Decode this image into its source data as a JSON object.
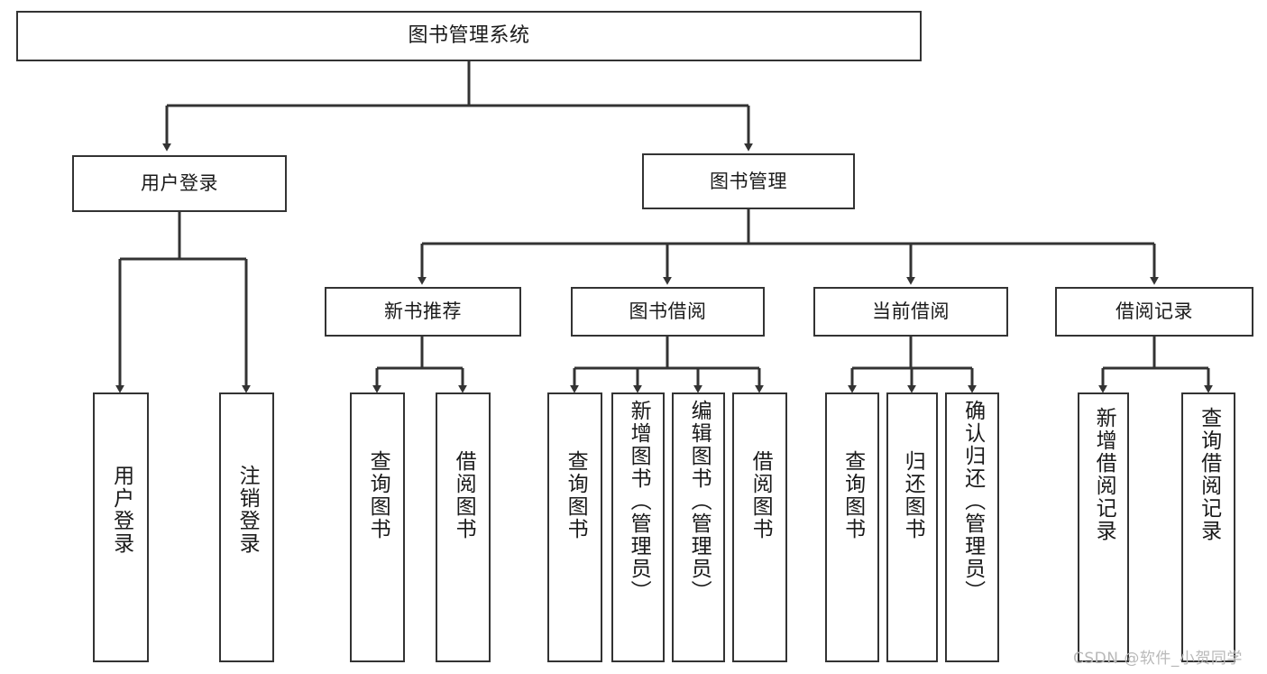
{
  "diagram": {
    "title": "图书管理系统",
    "type": "tree",
    "root": {
      "label": "图书管理系统"
    },
    "level1": [
      {
        "label": "用户登录"
      },
      {
        "label": "图书管理"
      }
    ],
    "level2": [
      {
        "label": "新书推荐",
        "parent": "图书管理"
      },
      {
        "label": "图书借阅",
        "parent": "图书管理"
      },
      {
        "label": "当前借阅",
        "parent": "图书管理"
      },
      {
        "label": "借阅记录",
        "parent": "图书管理"
      }
    ],
    "leaves": {
      "user_login": [
        {
          "label": "用户登录"
        },
        {
          "label": "注销登录"
        }
      ],
      "new_book_recommend": [
        {
          "label": "查询图书"
        },
        {
          "label": "借阅图书"
        }
      ],
      "book_borrow": [
        {
          "label": "查询图书"
        },
        {
          "label": "新增图书（管理员）"
        },
        {
          "label": "编辑图书（管理员）"
        },
        {
          "label": "借阅图书"
        }
      ],
      "current_borrow": [
        {
          "label": "查询图书"
        },
        {
          "label": "归还图书"
        },
        {
          "label": "确认归还（管理员）"
        }
      ],
      "borrow_record": [
        {
          "label": "新增借阅记录"
        },
        {
          "label": "查询借阅记录"
        }
      ]
    }
  },
  "watermark": {
    "text": "CSDN @软件_小贺同学"
  },
  "colors": {
    "stroke": "#333333",
    "background": "#ffffff",
    "text": "#1a1a1a",
    "watermark": "#b9b9b9"
  }
}
